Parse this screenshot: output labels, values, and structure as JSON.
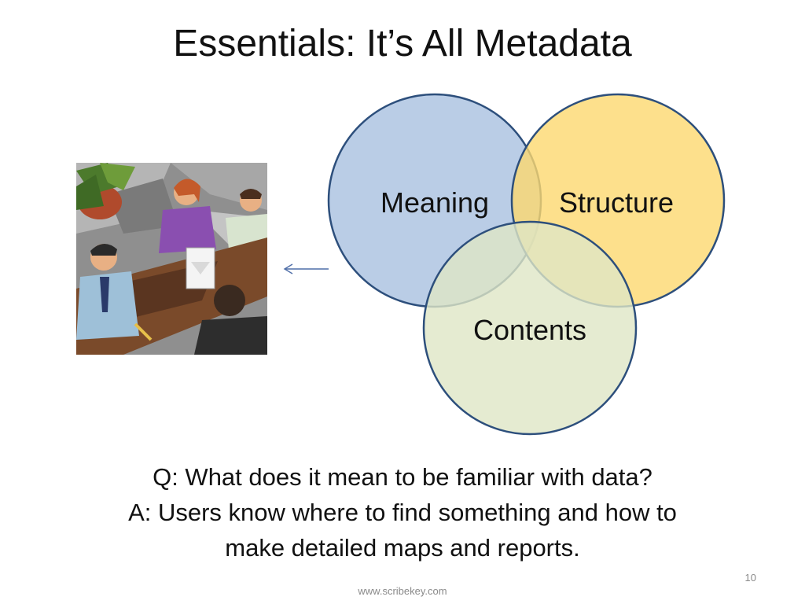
{
  "slide": {
    "title": "Essentials: It’s All Metadata",
    "venn": {
      "circles": [
        {
          "label": "Meaning",
          "fill": "#a9c0e0",
          "stroke": "#2d4f7c"
        },
        {
          "label": "Structure",
          "fill": "#fcd86f",
          "stroke": "#2d4f7c"
        },
        {
          "label": "Contents",
          "fill": "#dfe6c6",
          "stroke": "#2d4f7c"
        }
      ]
    },
    "qa": {
      "question": "Q: What does it mean to be familiar with data?",
      "answer_line1": "A: Users know where to find something and how to",
      "answer_line2": "make detailed maps and reports."
    },
    "page_number": "10",
    "footer": "www.scribekey.com",
    "clipart_icon": "meeting-clipart-icon",
    "arrow_icon": "left-arrow-icon"
  }
}
